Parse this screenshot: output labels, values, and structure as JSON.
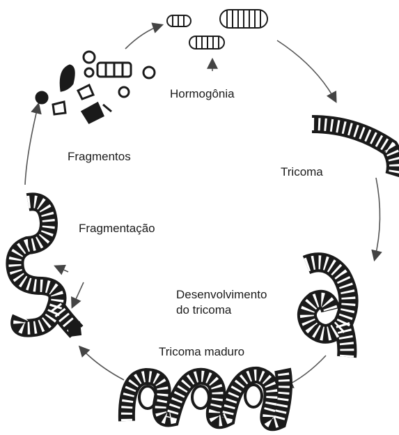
{
  "labels": {
    "hormogonia": "Hormogônia",
    "fragmentos": "Fragmentos",
    "tricoma": "Tricoma",
    "fragmentacao": "Fragmentação",
    "desenvolvimento_line1": "Desenvolvimento",
    "desenvolvimento_line2": "do tricoma",
    "tricoma_maduro": "Tricoma maduro"
  },
  "colors": {
    "ink": "#1a1a1a",
    "background": "#ffffff",
    "arrow": "#555555"
  }
}
